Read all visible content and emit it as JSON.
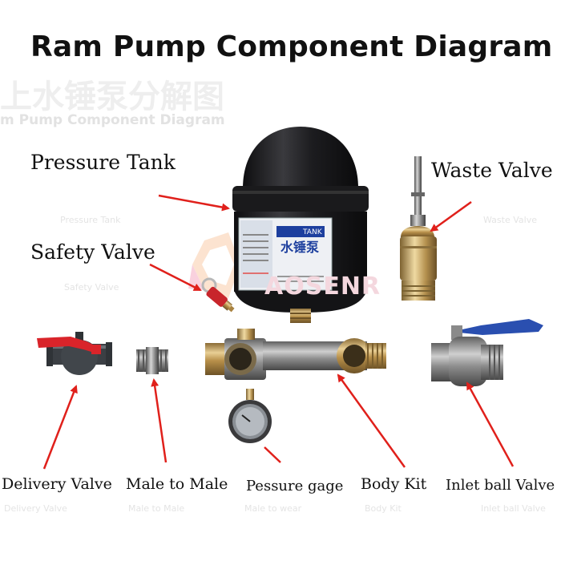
{
  "title": "Ram Pump Component Diagram",
  "watermark": {
    "cn_title": "上水锤泵分解图",
    "en_title": "m Pump Component  Diagram",
    "brand": "AOSENR",
    "small": [
      "Pressure Tank",
      "Waste Valve",
      "Safety Valve",
      "Delivery Valve",
      "Male to Male",
      "Male to wear",
      "Body Kit",
      "Inlet ball Valve"
    ]
  },
  "labels": {
    "pressure_tank": "Pressure Tank",
    "waste_valve": "Waste Valve",
    "safety_valve": "Safety Valve",
    "delivery_valve": "Delivery Valve",
    "male_to_male": "Male to Male",
    "pressure_gage": "Pessure gage",
    "body_kit": "Body Kit",
    "inlet_ball_valve": "Inlet ball Valve"
  },
  "tank_label": {
    "cn": "水锤泵",
    "en": "TANK"
  },
  "colors": {
    "arrow": "#e0201b",
    "tank": "#1f1f22",
    "brass": "#c9a255",
    "steel": "#9a9a9a",
    "handle_red": "#d9242a",
    "handle_blue": "#2a4fb0"
  }
}
